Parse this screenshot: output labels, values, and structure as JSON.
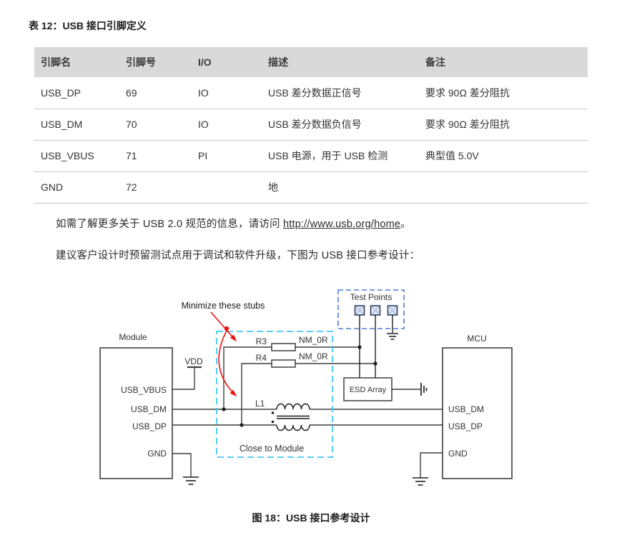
{
  "page": {
    "table_title": "表 12：USB 接口引脚定义",
    "figure_caption": "图 18：USB 接口参考设计"
  },
  "table": {
    "headers": [
      "引脚名",
      "引脚号",
      "I/O",
      "描述",
      "备注"
    ],
    "rows": [
      [
        "USB_DP",
        "69",
        "IO",
        "USB 差分数据正信号",
        "要求 90Ω 差分阻抗"
      ],
      [
        "USB_DM",
        "70",
        "IO",
        "USB 差分数据负信号",
        "要求 90Ω 差分阻抗"
      ],
      [
        "USB_VBUS",
        "71",
        "PI",
        "USB 电源，用于 USB 检测",
        "典型值 5.0V"
      ],
      [
        "GND",
        "72",
        "",
        "地",
        ""
      ]
    ]
  },
  "paragraphs": {
    "p1_prefix": "如需了解更多关于 USB 2.0 规范的信息，请访问 ",
    "p1_link": "http://www.usb.org/home",
    "p1_suffix": "。",
    "p2": "建议客户设计时预留测试点用于调试和软件升级，下图为 USB 接口参考设计："
  },
  "diagram": {
    "module_label": "Module",
    "mcu_label": "MCU",
    "vdd_label": "VDD",
    "module_pin_vbus": "USB_VBUS",
    "module_pin_dm": "USB_DM",
    "module_pin_dp": "USB_DP",
    "module_pin_gnd": "GND",
    "mcu_pin_dm": "USB_DM",
    "mcu_pin_dp": "USB_DP",
    "mcu_pin_gnd": "GND",
    "r3_label": "R3",
    "r4_label": "R4",
    "r3_value": "NM_0R",
    "r4_value": "NM_0R",
    "l1_label": "L1",
    "esd_label": "ESD Array",
    "test_points_label": "Test Points",
    "close_to_module_label": "Close to Module",
    "annotation": "Minimize these stubs",
    "colors": {
      "wire": "#3f3f3f",
      "annotation_red": "#ee1111",
      "test_points_border": "#4f7bd9",
      "close_box_border": "#45c6f5",
      "test_point_fill": "#dce6f1"
    }
  }
}
